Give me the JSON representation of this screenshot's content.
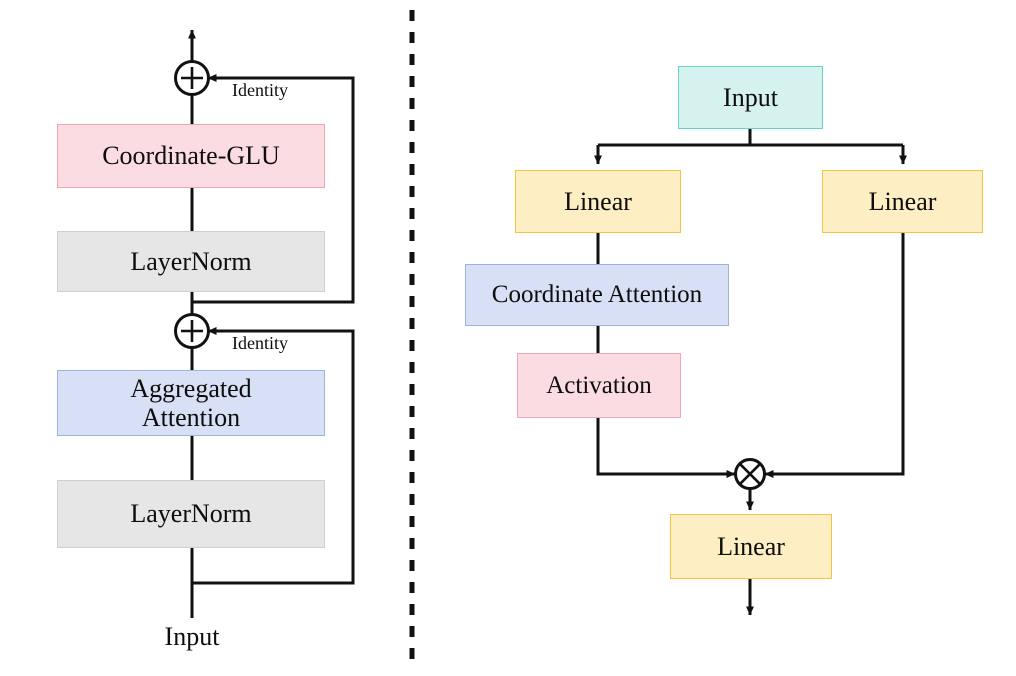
{
  "figure": {
    "panels": [
      {
        "id": "left",
        "name": "transformer-block",
        "nodes": [
          {
            "key": "coordinate_glu",
            "label": "Coordinate-GLU",
            "color": "#fbdce2"
          },
          {
            "key": "layernorm_top",
            "label": "LayerNorm",
            "color": "#e6e6e6"
          },
          {
            "key": "aggregated_attention",
            "label": "Aggregated\nAttention",
            "color": "#d7e0f4"
          },
          {
            "key": "layernorm_bottom",
            "label": "LayerNorm",
            "color": "#e6e6e6"
          }
        ],
        "operators": [
          {
            "key": "add_top",
            "glyph": "+",
            "name": "add-operator"
          },
          {
            "key": "add_bottom",
            "glyph": "+",
            "name": "add-operator"
          }
        ],
        "edge_labels": [
          {
            "key": "identity_top",
            "label": "Identity"
          },
          {
            "key": "identity_bottom",
            "label": "Identity"
          }
        ],
        "free_labels": [
          {
            "key": "input_label",
            "label": "Input"
          }
        ]
      },
      {
        "id": "right",
        "name": "coordinate-glu-detail",
        "nodes": [
          {
            "key": "input",
            "label": "Input",
            "color": "#d5f2ee"
          },
          {
            "key": "linear_left",
            "label": "Linear",
            "color": "#fdeec3"
          },
          {
            "key": "linear_right",
            "label": "Linear",
            "color": "#fdeec3"
          },
          {
            "key": "coordinate_attention",
            "label": "Coordinate Attention",
            "color": "#d7e0f4"
          },
          {
            "key": "activation",
            "label": "Activation",
            "color": "#fbdce2"
          },
          {
            "key": "linear_out",
            "label": "Linear",
            "color": "#fdeec3"
          }
        ],
        "operators": [
          {
            "key": "multiply",
            "glyph": "⊗",
            "name": "multiply-operator"
          }
        ]
      }
    ],
    "divider": {
      "name": "panel-divider",
      "style": "dashed-vertical"
    },
    "colors": {
      "stroke": "#111111",
      "background": "#ffffff",
      "pink_fill": "#fbdce2",
      "pink_border": "#eda7b6",
      "gray_fill": "#e6e6e6",
      "gray_border": "#cfcfcf",
      "blue_fill": "#d7e0f4",
      "blue_border": "#9fb3dd",
      "yellow_fill": "#fdeec3",
      "yellow_border": "#f3c53f",
      "cyan_fill": "#d5f2ee",
      "cyan_border": "#64d2cf"
    }
  }
}
